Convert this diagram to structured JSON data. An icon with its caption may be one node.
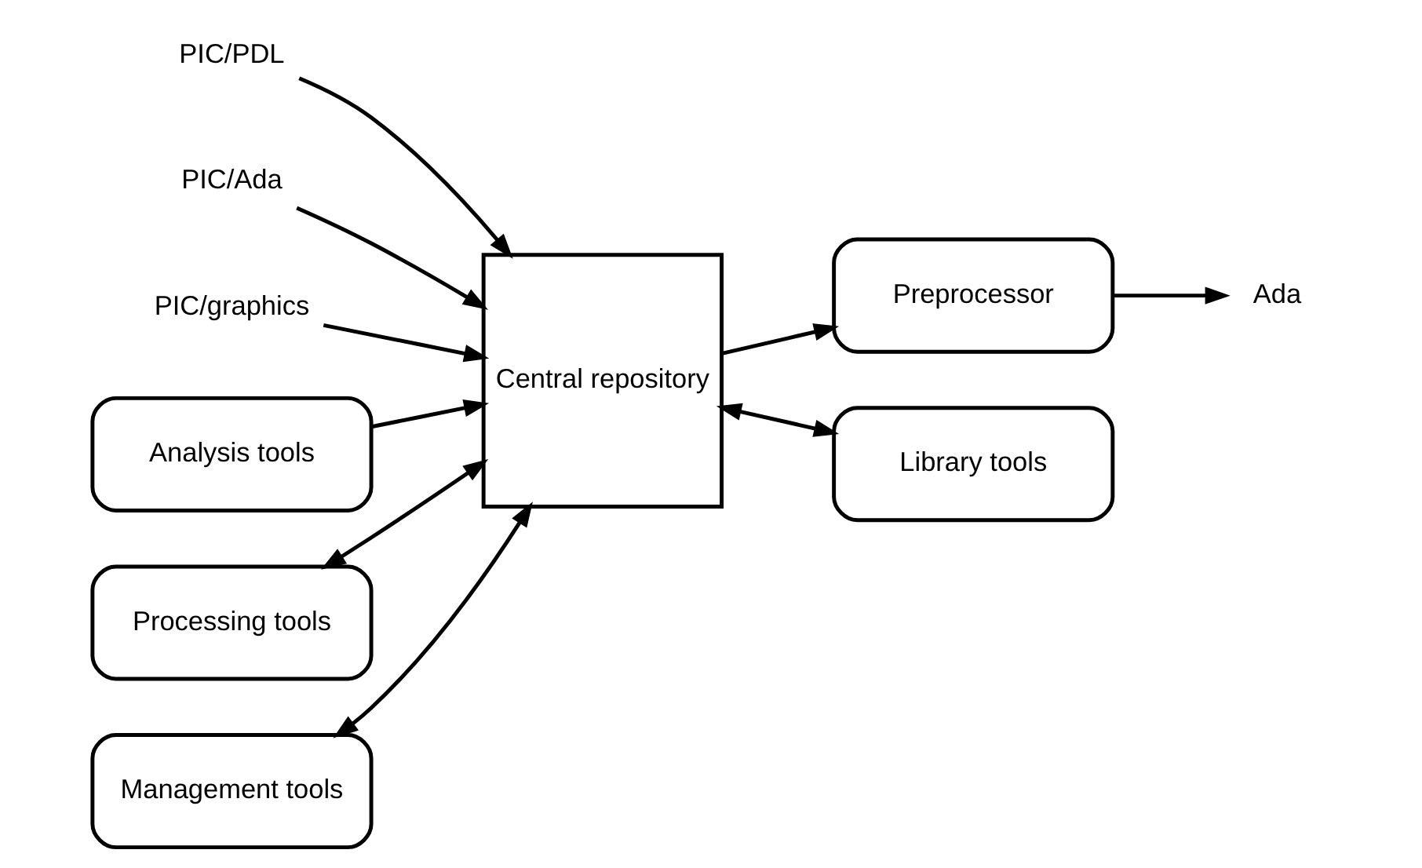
{
  "diagram": {
    "nodes": [
      {
        "text": [
          "PIC/PDL"
        ]
      },
      {
        "text": [
          "PIC/Ada"
        ]
      },
      {
        "text": [
          "PIC/graphics"
        ]
      },
      {
        "text": [
          "Central repository"
        ]
      },
      {
        "text": [
          "Preprocessor"
        ]
      },
      {
        "text": [
          "Analysis tools"
        ]
      },
      {
        "text": [
          "Ada"
        ]
      },
      {
        "text": [
          "Processing tools"
        ]
      },
      {
        "text": [
          "Management tools"
        ]
      },
      {
        "text": [
          "Library tools"
        ]
      }
    ],
    "edges": [
      {
        "from": 0,
        "to": 3,
        "arrow": "to"
      },
      {
        "from": 1,
        "to": 3,
        "arrow": "to"
      },
      {
        "from": 2,
        "to": 3,
        "arrow": "to"
      },
      {
        "from": 5,
        "to": 3,
        "arrow": "to"
      },
      {
        "from": 3,
        "to": 4,
        "arrow": "to"
      },
      {
        "from": 4,
        "to": 6,
        "arrow": "to"
      },
      {
        "from": 7,
        "to": 3,
        "arrow": "both"
      },
      {
        "from": 8,
        "to": 3,
        "arrow": "both"
      },
      {
        "from": 3,
        "to": 9,
        "arrow": "both"
      }
    ]
  }
}
